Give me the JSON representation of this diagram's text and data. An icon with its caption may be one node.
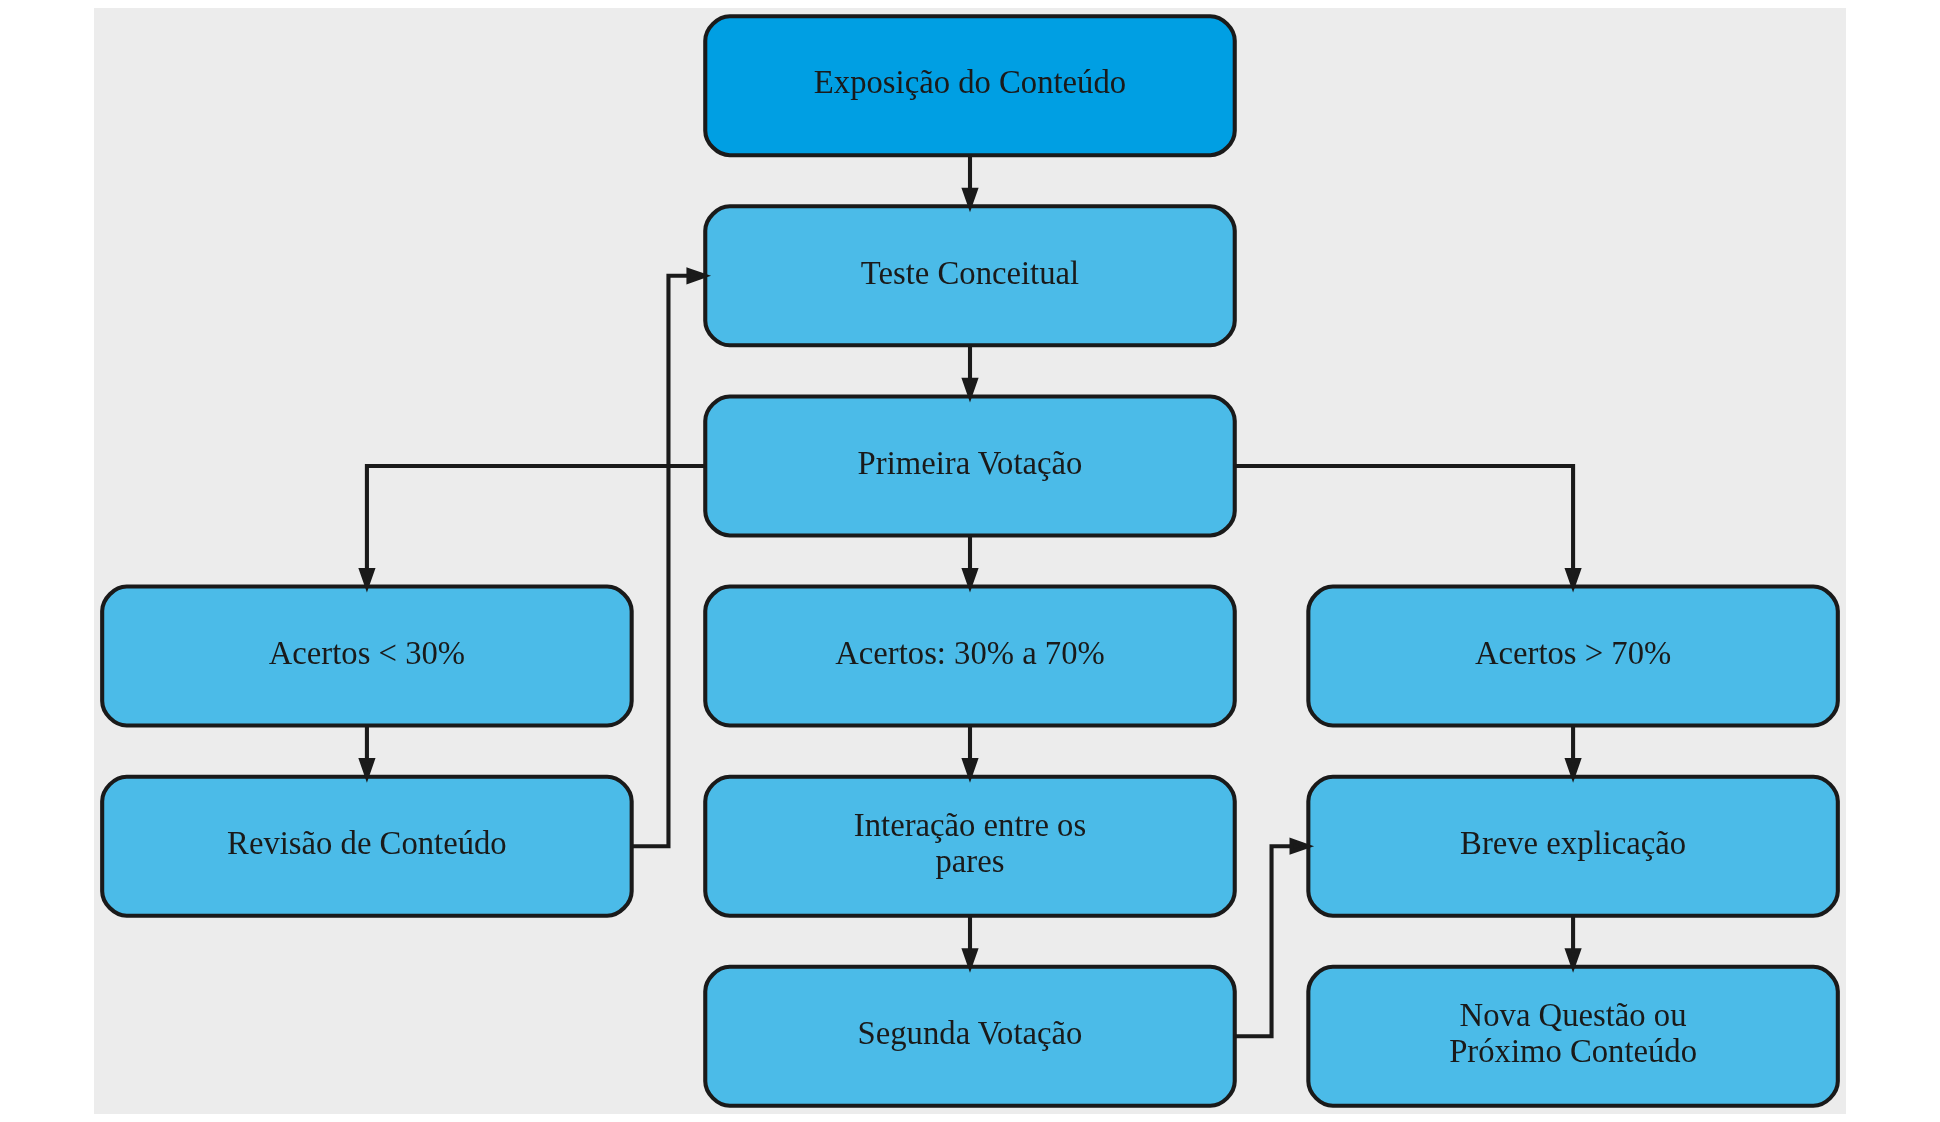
{
  "diagram": {
    "nodes": [
      {
        "text": [
          "Exposição do Conteúdo"
        ]
      },
      {
        "text": [
          "Teste Conceitual"
        ]
      },
      {
        "text": [
          "Primeira Votação"
        ]
      },
      {
        "text": [
          "Acertos < 30%"
        ]
      },
      {
        "text": [
          "Acertos: 30% a 70%"
        ]
      },
      {
        "text": [
          "Acertos > 70%"
        ]
      },
      {
        "text": [
          "Revisão de Conteúdo"
        ]
      },
      {
        "text": [
          "Interação entre os pares"
        ]
      },
      {
        "text": [
          "Breve explicação"
        ]
      },
      {
        "text": [
          "Segunda Votação"
        ]
      },
      {
        "text": [
          "Nova Questão ou Próximo Conteúdo"
        ]
      }
    ],
    "edges": [
      {
        "from": 0,
        "to": 1,
        "arrow": "to"
      },
      {
        "from": 1,
        "to": 2,
        "arrow": "to"
      },
      {
        "from": 2,
        "to": 3,
        "arrow": "to"
      },
      {
        "from": 2,
        "to": 4,
        "arrow": "to"
      },
      {
        "from": 2,
        "to": 5,
        "arrow": "to"
      },
      {
        "from": 3,
        "to": 6,
        "arrow": "to"
      },
      {
        "from": 4,
        "to": 7,
        "arrow": "to"
      },
      {
        "from": 5,
        "to": 8,
        "arrow": "to"
      },
      {
        "from": 6,
        "to": 1,
        "arrow": "to"
      },
      {
        "from": 7,
        "to": 9,
        "arrow": "to"
      },
      {
        "from": 9,
        "to": 8,
        "arrow": "to"
      },
      {
        "from": 8,
        "to": 10,
        "arrow": "to"
      }
    ]
  }
}
